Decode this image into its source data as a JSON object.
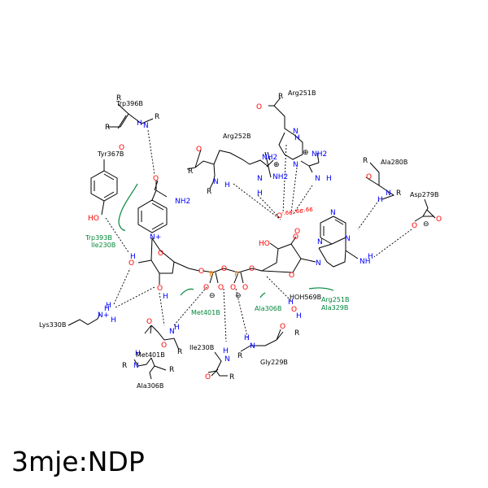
{
  "title": "3mje:NDP",
  "colors": {
    "bond": "#000000",
    "nitrogen": "#0000ff",
    "oxygen": "#ff0000",
    "phosphorus": "#ff8000",
    "hbond": "#000000",
    "hydrophobic": "#00873a",
    "background": "#ffffff"
  },
  "residues": {
    "trp396": "Trp396B",
    "tyr367": "Tyr367B",
    "arg251_top": "Arg251B",
    "arg252": "Arg252B",
    "ala280": "Ala280B",
    "asp279": "Asp279B",
    "lys330": "Lys330B",
    "met401_bottom": "Met401B",
    "ala306_bottom": "Ala306B",
    "ile230": "Ile230B",
    "gly229": "Gly229B",
    "hoh569": "HOH569B"
  },
  "hydrophobic_labels": {
    "trp393": "Trp393B",
    "ile230": "Ile230B",
    "met401": "Met401B",
    "ala306": "Ala306B",
    "arg251": "Arg251B",
    "ala329": "Ala329B"
  },
  "atoms": {
    "N": "N",
    "H": "H",
    "O": "O",
    "P": "P",
    "R": "R",
    "NH": "NH",
    "NH2": "NH2",
    "HO": "HO",
    "OH": "OH",
    "Nplus": "N+",
    "minus": "⊖",
    "plus": "⊕"
  },
  "charges": {
    "a": "-.66",
    "b": "-.66",
    "c": "-.66"
  }
}
